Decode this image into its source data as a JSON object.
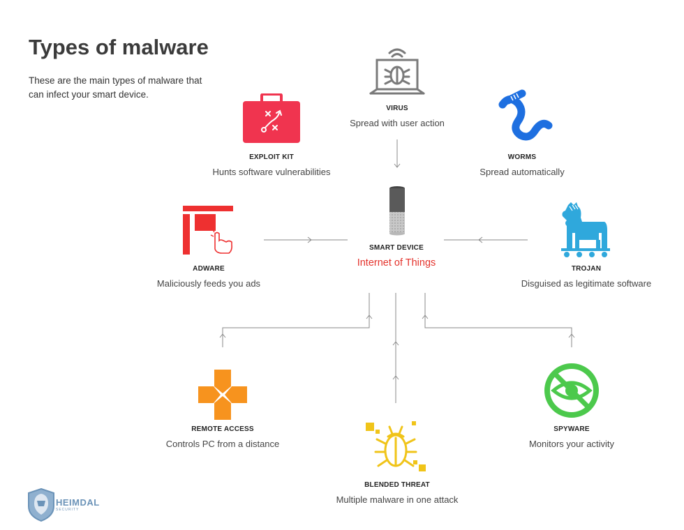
{
  "header": {
    "title": "Types of malware",
    "intro": "These are the main types of malware that can infect your smart device."
  },
  "nodes": {
    "virus": {
      "label": "VIRUS",
      "desc": "Spread with user action"
    },
    "exploit_kit": {
      "label": "EXPLOIT KIT",
      "desc": "Hunts software vulnerabilities"
    },
    "worms": {
      "label": "WORMS",
      "desc": "Spread automatically"
    },
    "adware": {
      "label": "ADWARE",
      "desc": "Maliciously feeds you ads"
    },
    "smart_device": {
      "label": "SMART DEVICE",
      "desc": "Internet of Things"
    },
    "trojan": {
      "label": "TROJAN",
      "desc": "Disguised as legitimate software"
    },
    "remote_access": {
      "label": "REMOTE ACCESS",
      "desc": "Controls PC from a distance"
    },
    "spyware": {
      "label": "SPYWARE",
      "desc": "Monitors your activity"
    },
    "blended_threat": {
      "label": "BLENDED THREAT",
      "desc": "Multiple malware in one attack"
    }
  },
  "logo": {
    "name": "HEIMDAL",
    "sub": "SECURITY"
  },
  "colors": {
    "exploit": "#f0344f",
    "worms": "#1e6fe0",
    "adware": "#ee3030",
    "trojan": "#2fa8dc",
    "remote": "#f7931e",
    "spyware": "#4cc94c",
    "blended": "#f0c419",
    "virus": "#7a7a7a",
    "accent": "#e4322b"
  }
}
